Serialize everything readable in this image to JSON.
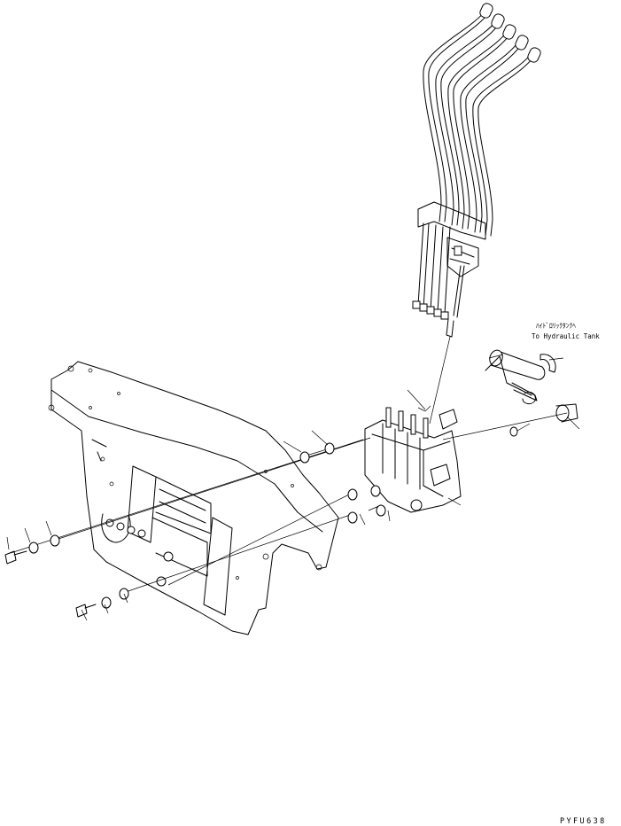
{
  "labels": {
    "tank_jp": "ﾊｲﾄﾞﾛﾘｯｸﾀﾝｸﾍ",
    "tank_en": "To Hydraulic Tank"
  },
  "drawing_code": "PYFU638"
}
